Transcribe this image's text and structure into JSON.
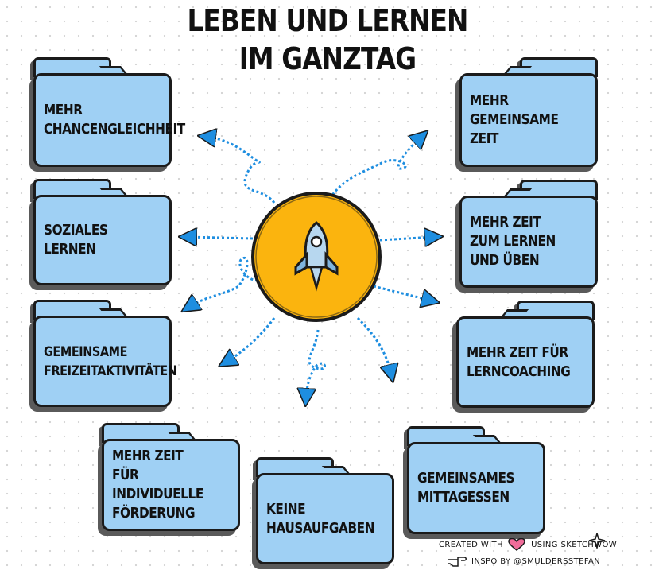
{
  "title": {
    "line1": "LEBEN UND LERNEN",
    "line2": "IM GANZTAG"
  },
  "center": {
    "icon": "rocket-icon",
    "fill": "#fbb40e"
  },
  "colors": {
    "folder": "#9fd0f4",
    "arrow": "#1e8ee0",
    "outline": "#1b1b1b",
    "heart": "#f06d9a"
  },
  "folders": [
    {
      "id": "chancengleichheit",
      "label": "MEHR\nCHANCENGLEICHHEIT"
    },
    {
      "id": "soziales-lernen",
      "label": "SOZIALES LERNEN"
    },
    {
      "id": "freizeit",
      "label": "GEMEINSAME\nFREIZEITAKTIVITÄTEN"
    },
    {
      "id": "foerderung",
      "label": "MEHR ZEIT FÜR\nINDIVIDUELLE\nFÖRDERUNG"
    },
    {
      "id": "hausaufgaben",
      "label": "KEINE\nHAUSAUFGABEN"
    },
    {
      "id": "mittagessen",
      "label": "GEMEINSAMES\nMITTAGESSEN"
    },
    {
      "id": "lerncoaching",
      "label": "MEHR ZEIT FÜR\nLERNCOACHING"
    },
    {
      "id": "lernen-ueben",
      "label": "MEHR ZEIT\nZUM LERNEN\nUND ÜBEN"
    },
    {
      "id": "gemeinsame-zeit",
      "label": "MEHR\nGEMEINSAME\nZEIT"
    }
  ],
  "credits": {
    "created_prefix": "CREATED WITH",
    "created_suffix": "USING SKETCHWOW",
    "inspo": "INSPO BY @SMULDERSSTEFAN"
  }
}
